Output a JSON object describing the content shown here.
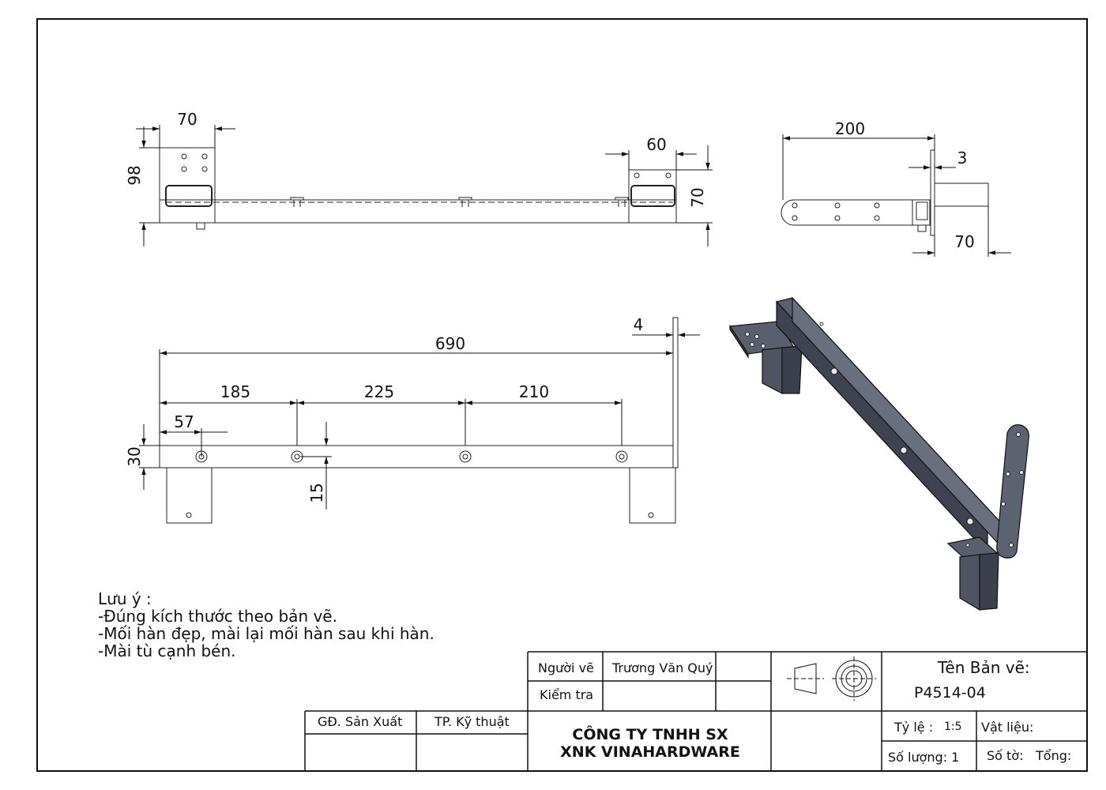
{
  "dimensions": {
    "top_width_left": "70",
    "top_height_left": "98",
    "top_width_right": "60",
    "top_height_right": "70",
    "side_length": "200",
    "side_thickness": "3",
    "side_width_bottom": "70",
    "front_total": "690",
    "front_plate": "4",
    "front_seg1": "185",
    "front_seg2": "225",
    "front_seg3": "210",
    "front_first_hole": "57",
    "front_height": "30",
    "front_hole_height": "15"
  },
  "notes": {
    "title": "Lưu ý :",
    "line1": "-Đúng kích thước theo bản vẽ.",
    "line2": "-Mối hàn đẹp, mài lại mối hàn sau khi hàn.",
    "line3": "-Mài tù cạnh bén."
  },
  "title_block": {
    "drawn_by_label": "Người vẽ",
    "drawn_by_name": "Trương Văn Quý",
    "checked_label": "Kiểm tra",
    "production_director": "GĐ. Sản Xuất",
    "tech_manager": "TP. Kỹ thuật",
    "company_line1": "CÔNG TY TNHH SX",
    "company_line2": "XNK VINAHARDWARE",
    "drawing_name_label": "Tên Bản vẽ:",
    "drawing_number": "P4514-04",
    "scale_label": "Tỷ lệ :",
    "scale_value": "1:5",
    "material_label": "Vật liệu:",
    "quantity_label": "Số lượng: 1",
    "sheet_label": "Số tờ:",
    "total_label": "Tổng:"
  }
}
